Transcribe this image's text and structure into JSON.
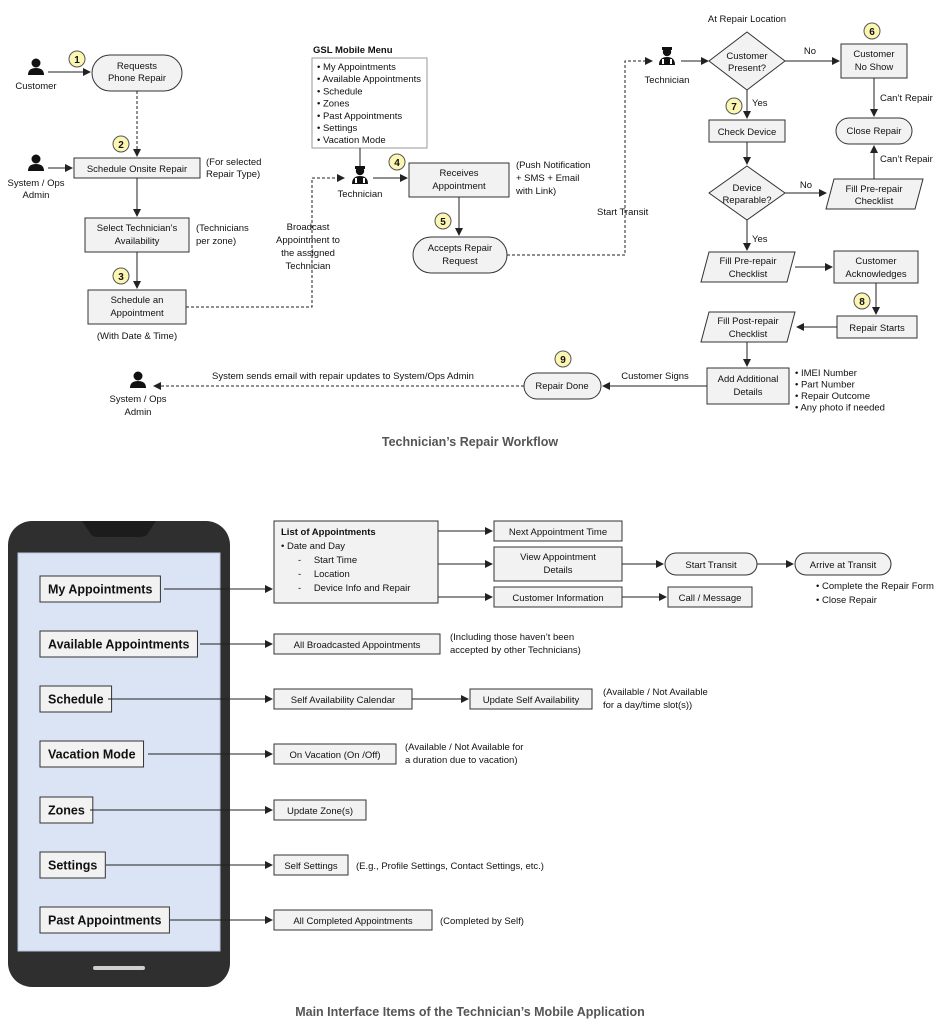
{
  "workflow": {
    "caption": "Technician’s Repair Workflow",
    "actors": {
      "customer": "Customer",
      "system_admin_1": [
        "System / Ops",
        "Admin"
      ],
      "technician_1": "Technician",
      "technician_2": "Technician",
      "system_admin_2": [
        "System / Ops",
        "Admin"
      ]
    },
    "steps": {
      "n1": "1",
      "n2": "2",
      "n3": "3",
      "n4": "4",
      "n5": "5",
      "n6": "6",
      "n7": "7",
      "n8": "8",
      "n9": "9"
    },
    "nodes": {
      "requests_repair": [
        "Requests",
        "Phone Repair"
      ],
      "schedule_onsite": "Schedule Onsite Repair",
      "select_availability": [
        "Select Technician’s",
        "Availability"
      ],
      "schedule_appointment": [
        "Schedule an",
        "Appointment"
      ],
      "receives_appointment": [
        "Receives",
        "Appointment"
      ],
      "accepts_request": [
        "Accepts Repair",
        "Request"
      ],
      "customer_present": [
        "Customer",
        "Present?"
      ],
      "customer_no_show": [
        "Customer",
        "No Show"
      ],
      "close_repair": "Close Repair",
      "check_device": "Check Device",
      "device_reparable": [
        "Device",
        "Reparable?"
      ],
      "fill_prerepair_right": [
        "Fill Pre-repair",
        "Checklist"
      ],
      "fill_prerepair_left": [
        "Fill Pre-repair",
        "Checklist"
      ],
      "customer_acknowledges": [
        "Customer",
        "Acknowledges"
      ],
      "repair_starts": "Repair Starts",
      "fill_postrepair": [
        "Fill Post-repair",
        "Checklist"
      ],
      "add_details": [
        "Add Additional",
        "Details"
      ],
      "repair_done": "Repair Done"
    },
    "notes": {
      "for_selected": [
        "(For selected",
        "Repair Type)"
      ],
      "technicians_per_zone": [
        "(Technicians",
        "per zone)"
      ],
      "with_date_time": "(With Date & Time)",
      "broadcast": [
        "Broadcast",
        "Appointment to",
        "the assigned",
        "Technician"
      ],
      "push_notification": [
        "(Push Notification",
        "+ SMS + Email",
        "with Link)"
      ],
      "start_transit": "Start Transit",
      "at_repair_location": "At Repair Location",
      "no_1": "No",
      "yes_1": "Yes",
      "no_2": "No",
      "yes_2": "Yes",
      "cant_repair_1": "Can’t Repair",
      "cant_repair_2": "Can’t Repair",
      "customer_signs": "Customer Signs",
      "system_sends_email": "System sends email with repair updates to System/Ops Admin",
      "details_list": [
        "IMEI Number",
        "Part Number",
        "Repair Outcome",
        "Any photo if needed"
      ]
    },
    "gsl_menu": {
      "title": "GSL Mobile Menu",
      "items": [
        "My Appointments",
        "Available Appointments",
        "Schedule",
        "Zones",
        "Past Appointments",
        "Settings",
        "Vacation Mode"
      ]
    }
  },
  "mobile": {
    "caption": "Main Interface Items of the Technician’s Mobile Application",
    "menu_items": [
      "My Appointments",
      "Available Appointments",
      "Schedule",
      "Vacation Mode",
      "Zones",
      "Settings",
      "Past Appointments"
    ],
    "list_of_appointments": {
      "title": "List of Appointments",
      "bullet": "Date and Day",
      "sub": [
        "Start Time",
        "Location",
        "Device Info and Repair"
      ]
    },
    "next_appointment_time": "Next Appointment Time",
    "view_appointment_details": [
      "View Appointment",
      "Details"
    ],
    "customer_information": "Customer Information",
    "start_transit": "Start Transit",
    "call_message": "Call / Message",
    "arrive_at_transit": "Arrive at Transit",
    "arrive_notes": [
      "Complete the Repair Form",
      "Close Repair"
    ],
    "all_broadcasted": "All Broadcasted Appointments",
    "all_broadcasted_note": [
      "(Including those haven’t been",
      "accepted by other Technicians)"
    ],
    "self_availability_calendar": "Self Availability Calendar",
    "update_self_availability": "Update Self Availability",
    "update_self_note": [
      "(Available / Not Available",
      "for a day/time slot(s))"
    ],
    "on_vacation": "On Vacation (On /Off)",
    "on_vacation_note": [
      "(Available / Not Available for",
      "a duration due to vacation)"
    ],
    "update_zones": "Update Zone(s)",
    "self_settings": "Self Settings",
    "self_settings_note": "(E.g., Profile Settings, Contact Settings, etc.)",
    "all_completed": "All Completed Appointments",
    "all_completed_note": "(Completed by Self)"
  }
}
